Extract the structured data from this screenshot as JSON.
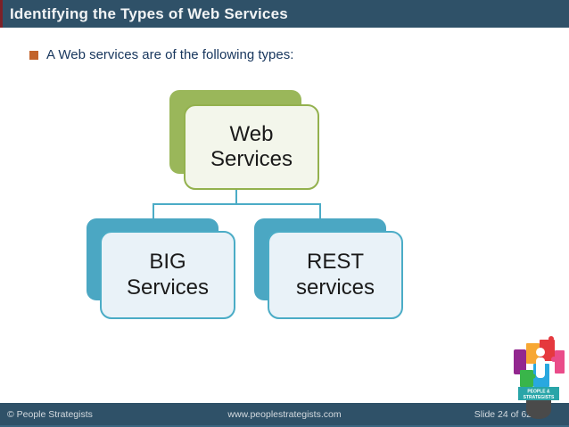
{
  "header": {
    "title": "Identifying the Types of Web Services"
  },
  "bullet": {
    "text": "A Web services are of the following types:"
  },
  "diagram": {
    "type": "hierarchy",
    "root": {
      "label": "Web Services",
      "line1": "Web",
      "line2": "Services"
    },
    "children": [
      {
        "label": "BIG Services",
        "line1": "BIG",
        "line2": "Services"
      },
      {
        "label": "REST services",
        "line1": "REST",
        "line2": "services"
      }
    ],
    "connector_color": "#4BACC6"
  },
  "footer": {
    "copyright": "© People Strategists",
    "website": "www.peoplestrategists.com",
    "slide_label": "Slide 24 of 62"
  },
  "logo": {
    "line1": "PEOPLE &",
    "line2": "STRATEGISTS"
  },
  "colors": {
    "header_bar": "#2F5168",
    "header_left_edge": "#7C2128",
    "bullet_orange": "#C2632B",
    "body_text_navy": "#17365D",
    "accent_green": "#9AB75A",
    "accent_green_border": "#93B14E",
    "accent_teal": "#4BACC6",
    "node_fill_green": "#F3F6EB",
    "node_fill_blue": "#E9F2F8",
    "footer_text": "#D5DBE0"
  }
}
